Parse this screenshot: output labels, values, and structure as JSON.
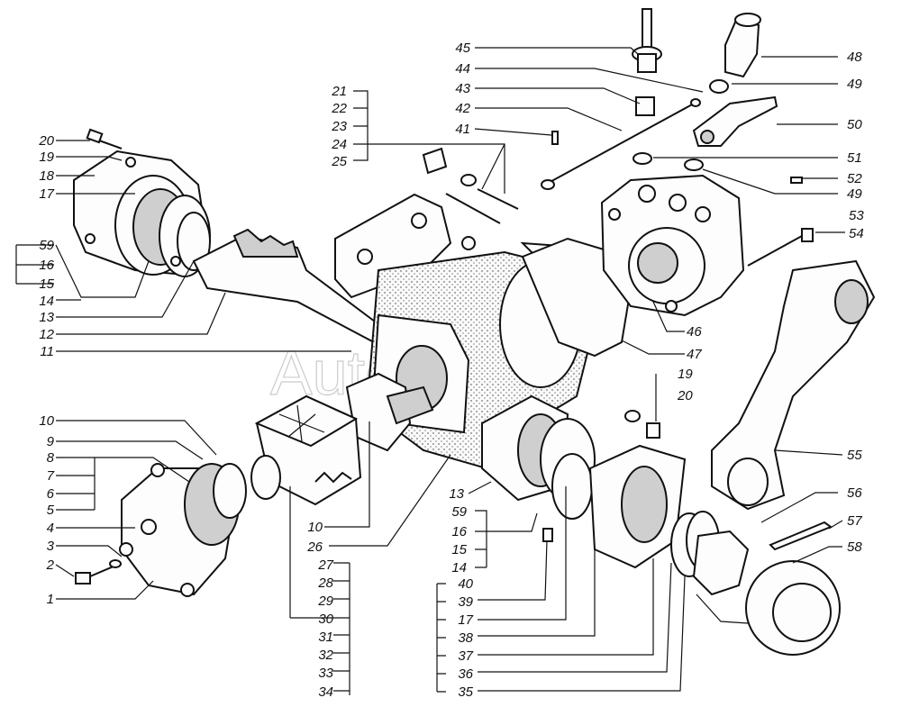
{
  "watermark": "AutoSoft",
  "callouts": [
    {
      "text": "20",
      "anchor": "end"
    },
    {
      "text": "19",
      "anchor": "end"
    },
    {
      "text": "18",
      "anchor": "end"
    },
    {
      "text": "17",
      "anchor": "end"
    },
    {
      "text": "59",
      "anchor": "end"
    },
    {
      "text": "16",
      "anchor": "end"
    },
    {
      "text": "15",
      "anchor": "end"
    },
    {
      "text": "14",
      "anchor": "end"
    },
    {
      "text": "13",
      "anchor": "end"
    },
    {
      "text": "12",
      "anchor": "end"
    },
    {
      "text": "11",
      "anchor": "end"
    },
    {
      "text": "10",
      "anchor": "end"
    },
    {
      "text": "9",
      "anchor": "end"
    },
    {
      "text": "8",
      "anchor": "end"
    },
    {
      "text": "7",
      "anchor": "end"
    },
    {
      "text": "6",
      "anchor": "end"
    },
    {
      "text": "5",
      "anchor": "end"
    },
    {
      "text": "4",
      "anchor": "end"
    },
    {
      "text": "3",
      "anchor": "end"
    },
    {
      "text": "2",
      "anchor": "end"
    },
    {
      "text": "1",
      "anchor": "end"
    },
    {
      "text": "21",
      "anchor": "end"
    },
    {
      "text": "22",
      "anchor": "end"
    },
    {
      "text": "23",
      "anchor": "end"
    },
    {
      "text": "24",
      "anchor": "end"
    },
    {
      "text": "25",
      "anchor": "end"
    },
    {
      "text": "45",
      "anchor": "end"
    },
    {
      "text": "44",
      "anchor": "end"
    },
    {
      "text": "43",
      "anchor": "end"
    },
    {
      "text": "42",
      "anchor": "end"
    },
    {
      "text": "41",
      "anchor": "end"
    },
    {
      "text": "48",
      "anchor": "start"
    },
    {
      "text": "49",
      "anchor": "start"
    },
    {
      "text": "50",
      "anchor": "start"
    },
    {
      "text": "51",
      "anchor": "start"
    },
    {
      "text": "52",
      "anchor": "start"
    },
    {
      "text": "49",
      "anchor": "start"
    },
    {
      "text": "53",
      "anchor": "start"
    },
    {
      "text": "54",
      "anchor": "start"
    },
    {
      "text": "46",
      "anchor": "start"
    },
    {
      "text": "47",
      "anchor": "start"
    },
    {
      "text": "19",
      "anchor": "start"
    },
    {
      "text": "20",
      "anchor": "start"
    },
    {
      "text": "55",
      "anchor": "start"
    },
    {
      "text": "56",
      "anchor": "start"
    },
    {
      "text": "57",
      "anchor": "start"
    },
    {
      "text": "58",
      "anchor": "start"
    },
    {
      "text": "10",
      "anchor": "end"
    },
    {
      "text": "26",
      "anchor": "end"
    },
    {
      "text": "27",
      "anchor": "end"
    },
    {
      "text": "28",
      "anchor": "end"
    },
    {
      "text": "29",
      "anchor": "end"
    },
    {
      "text": "30",
      "anchor": "end"
    },
    {
      "text": "31",
      "anchor": "end"
    },
    {
      "text": "32",
      "anchor": "end"
    },
    {
      "text": "33",
      "anchor": "end"
    },
    {
      "text": "34",
      "anchor": "end"
    },
    {
      "text": "13",
      "anchor": "end"
    },
    {
      "text": "59",
      "anchor": "end"
    },
    {
      "text": "16",
      "anchor": "end"
    },
    {
      "text": "15",
      "anchor": "end"
    },
    {
      "text": "14",
      "anchor": "end"
    },
    {
      "text": "40",
      "anchor": "end"
    },
    {
      "text": "39",
      "anchor": "end"
    },
    {
      "text": "17",
      "anchor": "end"
    },
    {
      "text": "38",
      "anchor": "end"
    },
    {
      "text": "37",
      "anchor": "end"
    },
    {
      "text": "36",
      "anchor": "end"
    },
    {
      "text": "35",
      "anchor": "end"
    }
  ]
}
